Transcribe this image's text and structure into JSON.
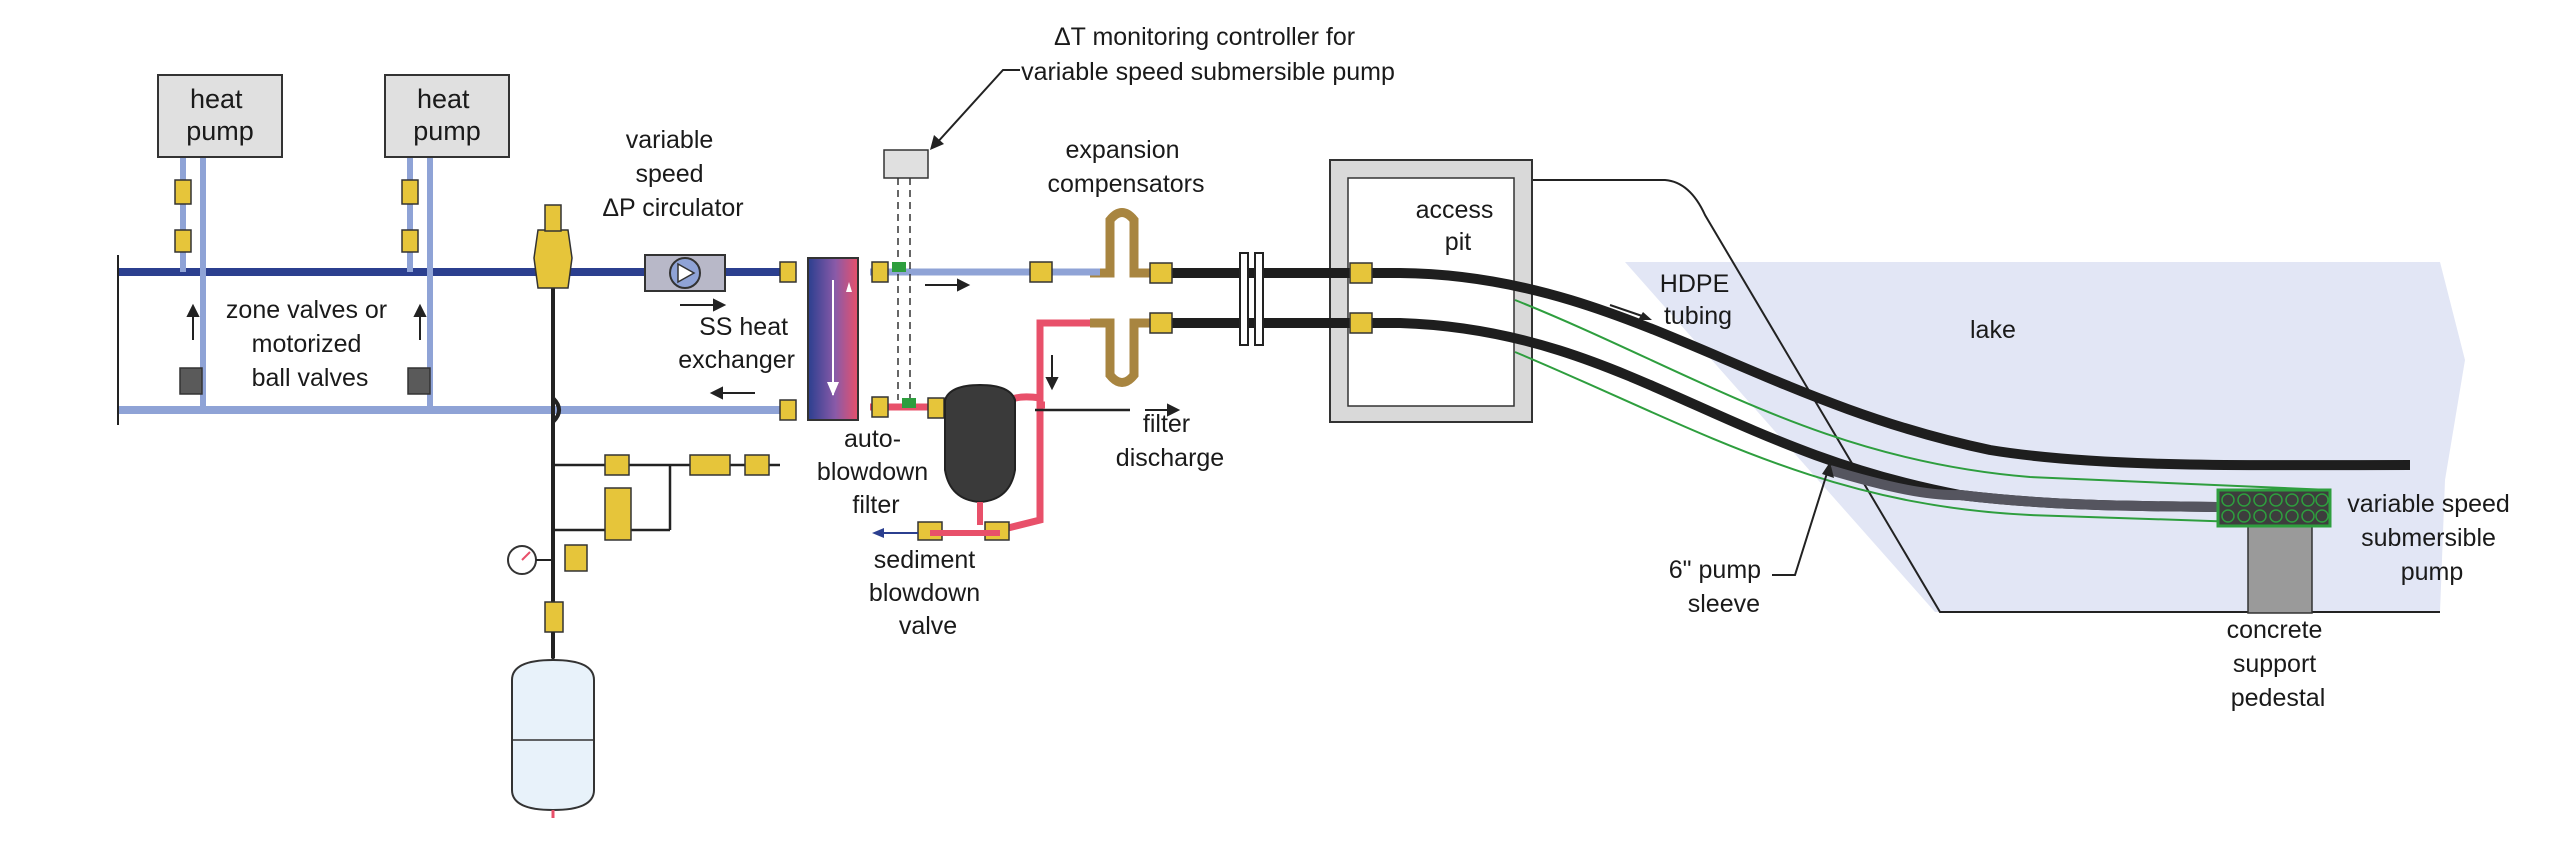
{
  "heat_pumps": [
    {
      "line1": "heat",
      "line2": "pump"
    },
    {
      "line1": "heat",
      "line2": "pump"
    }
  ],
  "labels": {
    "zone_valves": [
      "zone valves or",
      "motorized",
      "ball valves"
    ],
    "circulator": [
      "variable",
      "speed",
      "ΔP circulator"
    ],
    "heat_exchanger": [
      "SS heat",
      "exchanger"
    ],
    "controller": [
      "ΔT monitoring controller for",
      "variable speed submersible pump"
    ],
    "expansion": [
      "expansion",
      "compensators"
    ],
    "access_pit": [
      "access",
      "pit"
    ],
    "hdpe": [
      "HDPE",
      "tubing"
    ],
    "lake": "lake",
    "filter": [
      "auto-",
      "blowdown",
      "filter"
    ],
    "filter_discharge": [
      "filter",
      "discharge"
    ],
    "sediment_valve": [
      "sediment",
      "blowdown",
      "valve"
    ],
    "pump_sleeve": [
      "6\" pump",
      "sleeve"
    ],
    "sub_pump": [
      "variable speed",
      "submersible",
      "pump"
    ],
    "pedestal": [
      "concrete",
      "support",
      "pedestal"
    ]
  },
  "colors": {
    "supply_pipe": "#2b3f8f",
    "return_pipe": "#8fa3d6",
    "red_pipe": "#e8506a",
    "hdpe_pipe": "#1e1e1e",
    "brass": "#e6c53a",
    "lake_fill": "#e2e6f5",
    "pit_fill": "#d9d9d9",
    "sleeve": "#2e9e3e",
    "filter_body": "#3a3a3a",
    "tank_fill": "#e8f2fa"
  }
}
